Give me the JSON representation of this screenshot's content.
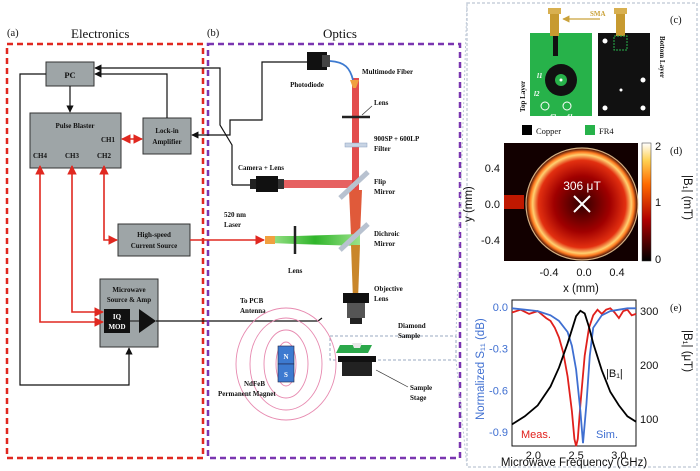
{
  "panels": {
    "a": {
      "letter": "(a)",
      "title": "Electronics"
    },
    "b": {
      "letter": "(b)",
      "title": "Optics"
    },
    "c": {
      "letter": "(c)"
    },
    "d": {
      "letter": "(d)"
    },
    "e": {
      "letter": "(e)"
    }
  },
  "electronics": {
    "pc": "PC",
    "pulse_blaster": "Pulse Blaster",
    "lockin_line1": "Lock-in",
    "lockin_line2": "Amplifier",
    "ch1": "CH1",
    "ch2": "CH2",
    "ch3": "CH3",
    "ch4": "CH4",
    "current_line1": "High-speed",
    "current_line2": "Current Source",
    "mw_line1": "Microwave",
    "mw_line2": "Source & Amp",
    "iq_line1": "IQ",
    "iq_line2": "MOD"
  },
  "optics": {
    "photodiode": "Photodiode",
    "fiber": "Multimode Fiber",
    "lens_top": "Lens",
    "filter_line1": "900SP + 600LP",
    "filter_line2": "Filter",
    "camera": "Camera + Lens",
    "flip_line1": "Flip",
    "flip_line2": "Mirror",
    "laser_line1": "520 nm",
    "laser_line2": "Laser",
    "dichroic_line1": "Dichroic",
    "dichroic_line2": "Mirror",
    "lens_laser": "Lens",
    "objective_line1": "Objective",
    "objective_line2": "Lens",
    "pcb_line1": "To PCB",
    "pcb_line2": "Antenna",
    "diamond_line1": "Diamond",
    "diamond_line2": "Sample",
    "magnet_line1": "NdFeB",
    "magnet_line2": "Permanent Magnet",
    "magnet_n": "N",
    "magnet_s": "S",
    "stage_line1": "Sample",
    "stage_line2": "Stage"
  },
  "pcb": {
    "sma": "SMA",
    "top_layer": "Top Layer",
    "bottom_layer": "Bottom Layer",
    "legend_copper": "Copper",
    "legend_fr4": "FR4",
    "copper_color": "#000000",
    "fr4_color": "#27b24a",
    "markers": [
      "l1",
      "l2",
      "d2",
      "d1"
    ]
  },
  "colormap": {
    "annotation": "306 μT",
    "colorbar_label": "|B₁| (mT)",
    "colorbar_ticks": [
      "2",
      "1",
      "0"
    ],
    "x_ticks": [
      "-0.4",
      "0.0",
      "0.4"
    ],
    "y_ticks": [
      "0.4",
      "0.0",
      "-0.4"
    ],
    "xlabel": "x (mm)",
    "ylabel": "y (mm)"
  },
  "chart_data": {
    "type": "line",
    "xlabel": "Microwave Frequency (GHz)",
    "ylabel_left": "Normalized S₁₁ (dB)",
    "ylabel_right": "|B₁| (μT)",
    "xlim": [
      1.75,
      3.2
    ],
    "ylim_left": [
      -1.0,
      0.05
    ],
    "ylim_right": [
      50,
      320
    ],
    "x_ticks": [
      "2.0",
      "2.5",
      "3.0"
    ],
    "y_left_ticks": [
      "0.0",
      "-0.3",
      "-0.6",
      "-0.9"
    ],
    "y_right_ticks": [
      "300",
      "200",
      "100"
    ],
    "annotations": {
      "meas": "Meas.",
      "sim": "Sim.",
      "b1": "|B₁|"
    },
    "series": [
      {
        "name": "Meas.",
        "axis": "left",
        "color": "#e0201c",
        "x": [
          1.75,
          1.85,
          1.95,
          2.05,
          2.15,
          2.2,
          2.25,
          2.3,
          2.35,
          2.4,
          2.45,
          2.48,
          2.5,
          2.52,
          2.55,
          2.6,
          2.65,
          2.7,
          2.75,
          2.8,
          2.85,
          2.9,
          2.95,
          3.0,
          3.05,
          3.1,
          3.15,
          3.2
        ],
        "y": [
          -0.04,
          -0.02,
          -0.05,
          -0.03,
          -0.08,
          -0.1,
          -0.15,
          -0.22,
          -0.33,
          -0.5,
          -0.75,
          -0.95,
          -1.0,
          -0.95,
          -0.7,
          -0.35,
          -0.15,
          -0.06,
          -0.02,
          -0.05,
          -0.02,
          -0.01,
          -0.04,
          -0.08,
          -0.03,
          -0.02,
          -0.06,
          -0.05
        ]
      },
      {
        "name": "Sim.",
        "axis": "left",
        "color": "#3f6fd1",
        "x": [
          1.75,
          1.9,
          2.05,
          2.2,
          2.3,
          2.4,
          2.45,
          2.5,
          2.55,
          2.58,
          2.62,
          2.66,
          2.7,
          2.8,
          2.9,
          3.0,
          3.1,
          3.2
        ],
        "y": [
          -0.01,
          -0.02,
          -0.03,
          -0.06,
          -0.1,
          -0.18,
          -0.28,
          -0.45,
          -0.75,
          -0.98,
          -0.7,
          -0.35,
          -0.15,
          -0.06,
          -0.03,
          -0.02,
          -0.01,
          -0.01
        ]
      },
      {
        "name": "|B₁|",
        "axis": "right",
        "color": "#000000",
        "x": [
          1.75,
          1.9,
          2.05,
          2.2,
          2.3,
          2.4,
          2.45,
          2.5,
          2.55,
          2.6,
          2.65,
          2.7,
          2.8,
          2.9,
          3.0,
          3.1,
          3.2
        ],
        "y": [
          90,
          105,
          125,
          160,
          195,
          240,
          265,
          290,
          300,
          295,
          270,
          240,
          190,
          150,
          125,
          105,
          95
        ]
      }
    ]
  }
}
